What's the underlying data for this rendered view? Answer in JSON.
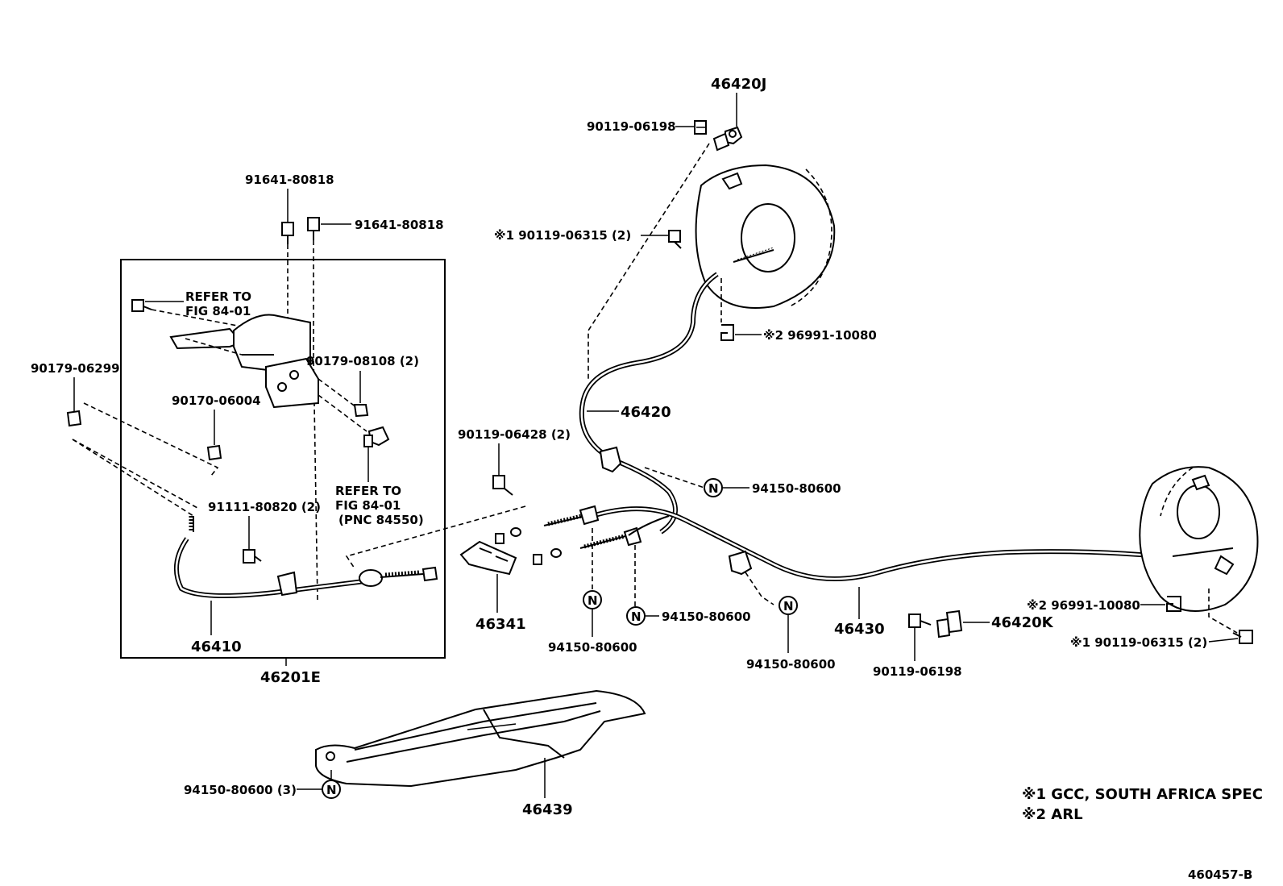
{
  "labels": {
    "p46420J": "46420J",
    "p90119_06198_top": "90119-06198",
    "p91641_a": "91641-80818",
    "p91641_b": "91641-80818",
    "s1_90119_06315_top": "※1 90119-06315 (2)",
    "refer1_line1": "REFER TO",
    "refer1_line2": "FIG 84-01",
    "p90179_08108": "90179-08108 (2)",
    "s2_96991_top": "※2  96991-10080",
    "p90179_06299": "90179-06299",
    "p90170_06004": "90170-06004",
    "p46420": "46420",
    "refer2_line1": "REFER TO",
    "refer2_line2": "FIG 84-01",
    "refer2_line3": "(PNC 84550)",
    "p90119_06428": "90119-06428 (2)",
    "p94150_a": "94150-80600",
    "p91111": "91111-80820 (2)",
    "p46341": "46341",
    "p94150_b": "94150-80600",
    "p94150_c": "94150-80600",
    "p94150_d": "94150-80600",
    "p46410": "46410",
    "p46201E": "46201E",
    "p46430": "46430",
    "s2_96991_right": "※2  96991-10080",
    "p46420K": "46420K",
    "s1_90119_06315_right": "※1 90119-06315 (2)",
    "p90119_06198_bottom": "90119-06198",
    "p94150_3": "94150-80600 (3)",
    "p46439": "46439",
    "n_symbol": "N"
  },
  "notes": {
    "note1": "※1 GCC, SOUTH AFRICA SPEC",
    "note2": "※2 ARL"
  },
  "figure_id": "460457-B"
}
